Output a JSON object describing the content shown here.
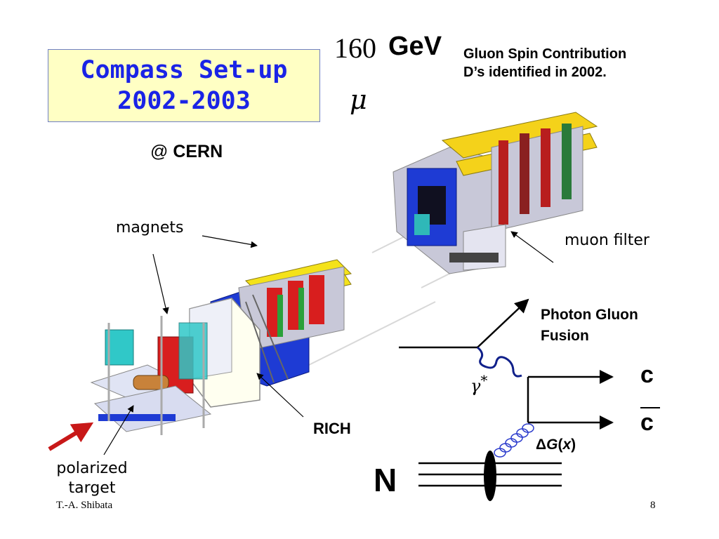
{
  "title": {
    "line1": "Compass Set-up",
    "line2": "2002-2003"
  },
  "beam": {
    "energy_value": "160",
    "energy_unit": "GeV",
    "particle": "μ"
  },
  "note": {
    "line1": "Gluon Spin Contribution",
    "line2": "D’s identified in 2002."
  },
  "location": {
    "prefix": "@ ",
    "name": "CERN"
  },
  "labels": {
    "magnets": "magnets",
    "muon_filter": "muon filter",
    "rich": "RICH",
    "target_line1": "polarized",
    "target_line2": "target"
  },
  "diagram": {
    "title_line1": "Photon Gluon",
    "title_line2": "Fusion",
    "quark": "c",
    "antiquark": "c",
    "photon_symbol": "γ",
    "photon_sup": "*",
    "gluon_delta": "Δ",
    "gluon_G": "G",
    "gluon_open": "(",
    "gluon_x": "x",
    "gluon_close": ")",
    "nucleon": "N"
  },
  "footer": {
    "author": "T.-A. Shibata",
    "page": "8"
  },
  "colors": {
    "title_text": "#1a23e6",
    "title_bg": "#ffffc4",
    "photon_line": "#10208a",
    "arrow_red": "#c81818"
  }
}
